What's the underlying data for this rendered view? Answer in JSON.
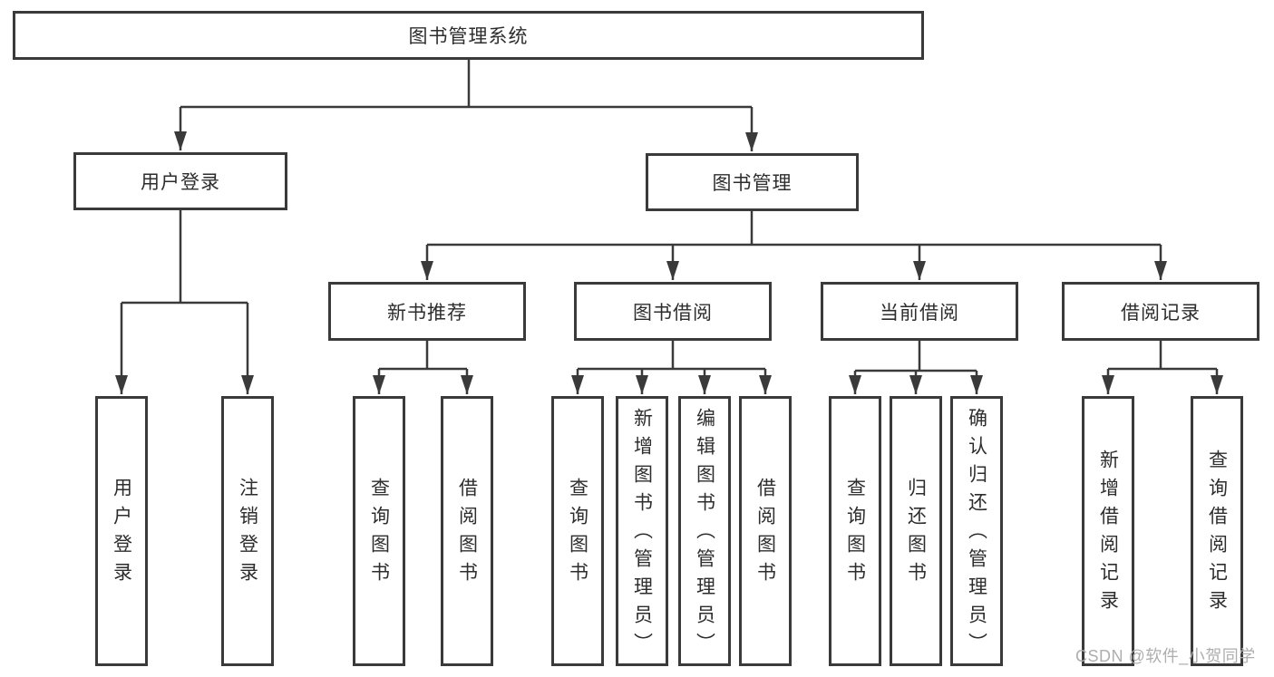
{
  "diagram_title": "图书管理系统",
  "tree": {
    "label": "图书管理系统",
    "children": [
      {
        "label": "用户登录",
        "children": [
          {
            "label": "用户登录"
          },
          {
            "label": "注销登录"
          }
        ]
      },
      {
        "label": "图书管理",
        "children": [
          {
            "label": "新书推荐",
            "children": [
              {
                "label": "查询图书"
              },
              {
                "label": "借阅图书"
              }
            ]
          },
          {
            "label": "图书借阅",
            "children": [
              {
                "label": "查询图书"
              },
              {
                "label": "新增图书（管理员）"
              },
              {
                "label": "编辑图书（管理员）"
              },
              {
                "label": "借阅图书"
              }
            ]
          },
          {
            "label": "当前借阅",
            "children": [
              {
                "label": "查询图书"
              },
              {
                "label": "归还图书"
              },
              {
                "label": "确认归还（管理员）"
              }
            ]
          },
          {
            "label": "借阅记录",
            "children": [
              {
                "label": "新增借阅记录"
              },
              {
                "label": "查询借阅记录"
              }
            ]
          }
        ]
      }
    ]
  },
  "watermark": "CSDN @软件_小贺同学",
  "colors": {
    "line": "#3a3a3a",
    "box_border": "#3a3a3a",
    "text": "#2d2d2d",
    "watermark": "#aeaeae",
    "background": "#ffffff"
  }
}
